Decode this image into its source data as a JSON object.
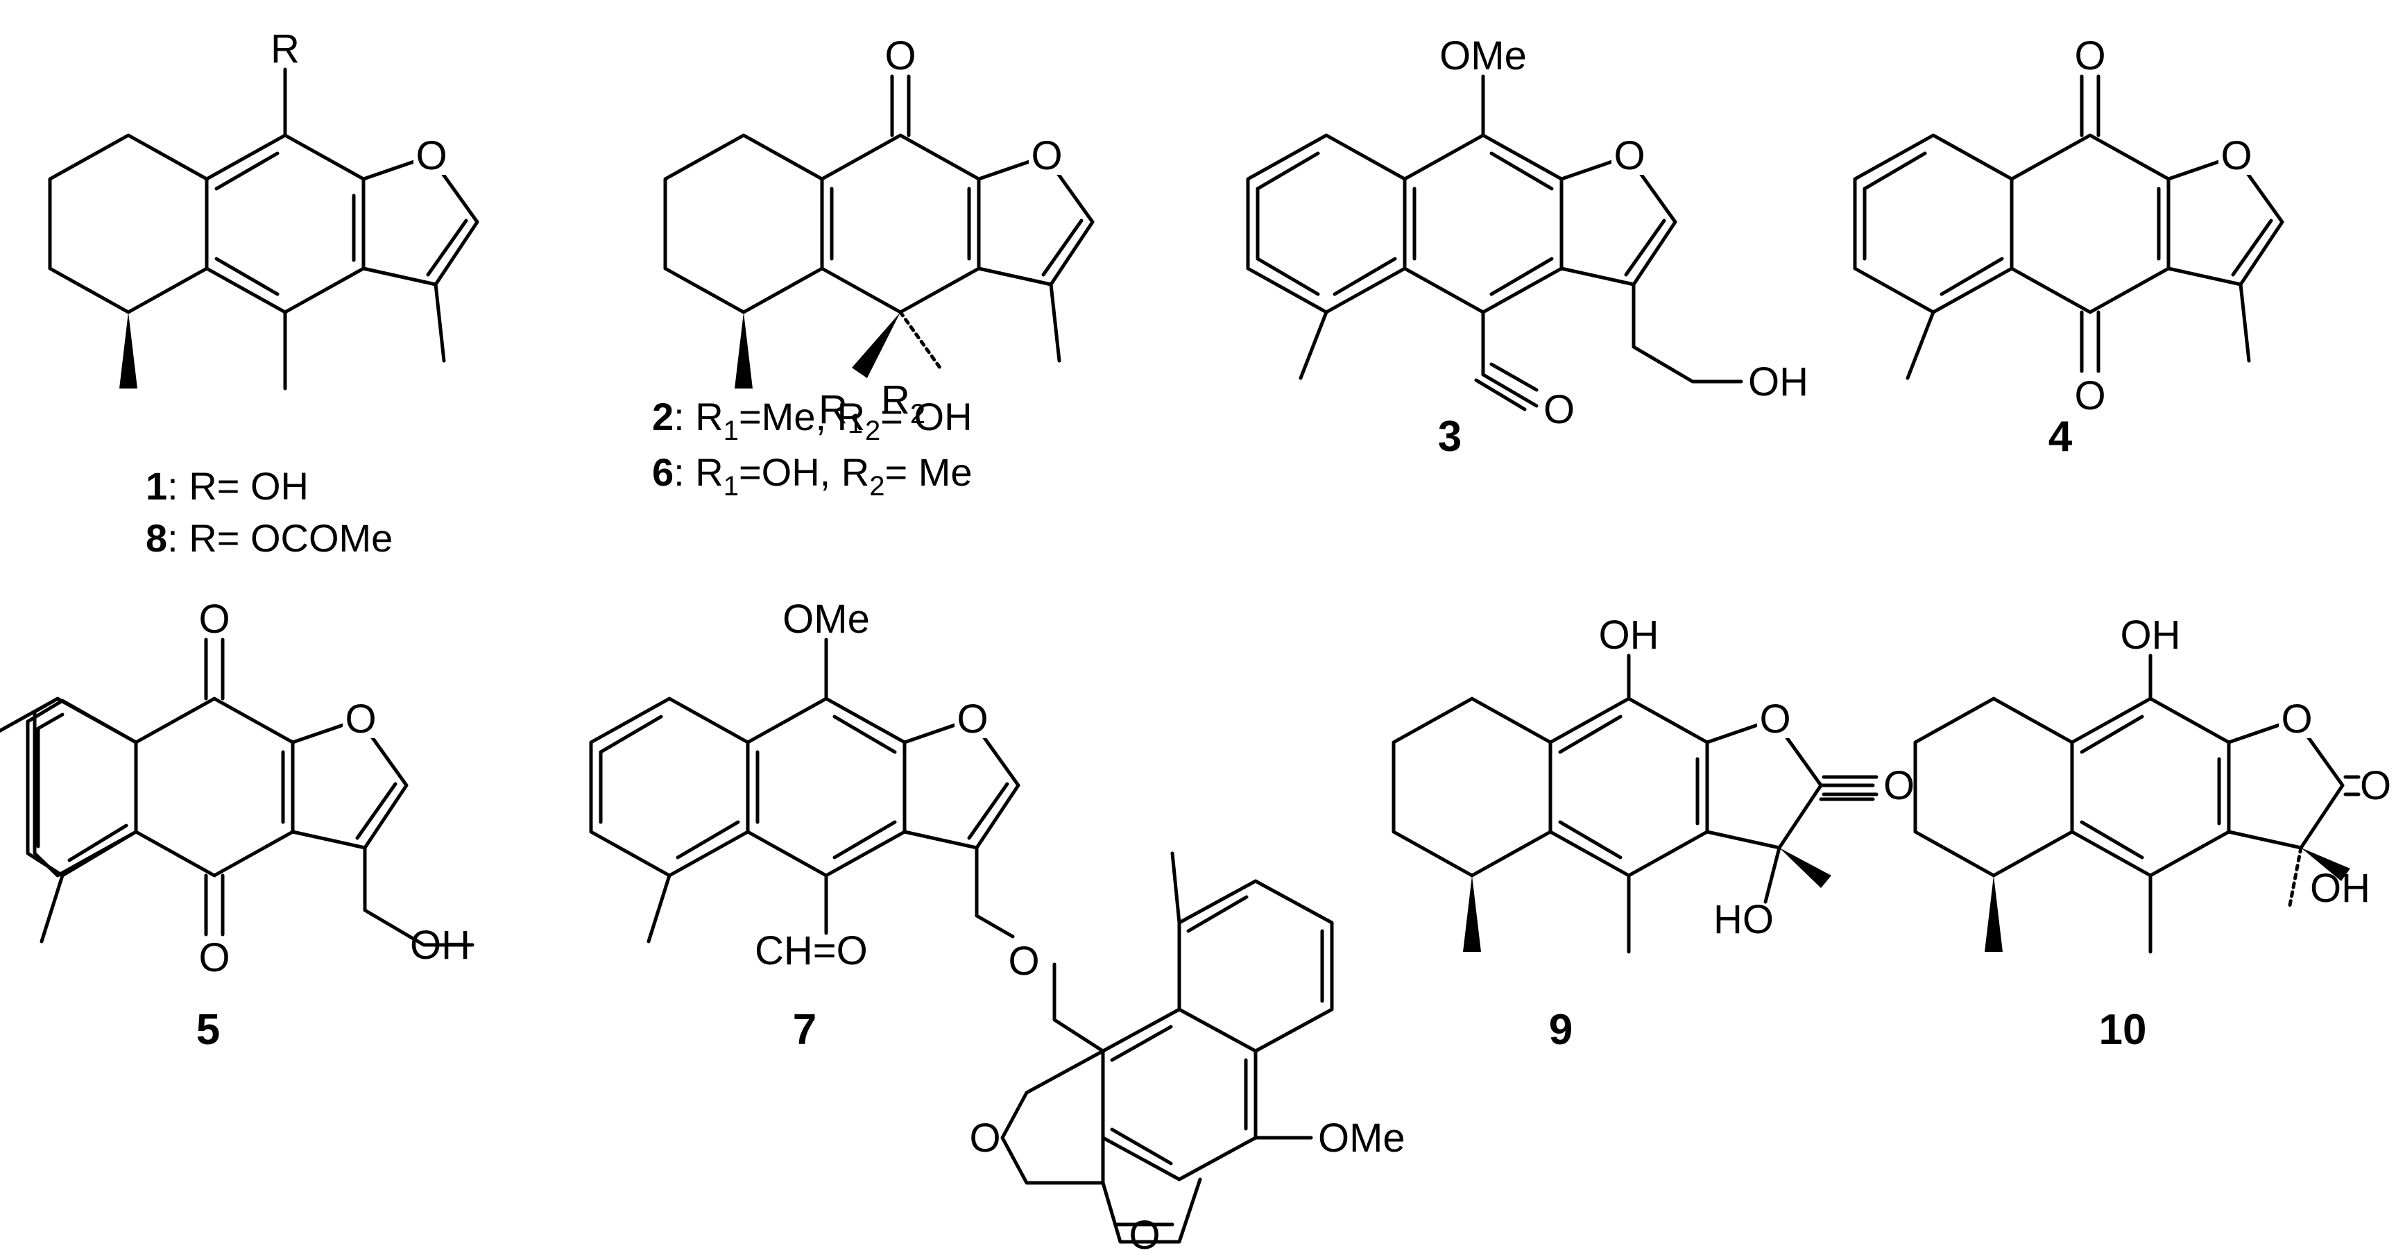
{
  "atoms": {
    "O": "O",
    "OH": "OH",
    "HO": "HO",
    "OMe": "OMe",
    "R": "R",
    "R1": "R",
    "R2": "R",
    "s1": "1",
    "s2": "2",
    "CHO": "CH=O"
  },
  "compounds": {
    "c1": {
      "label": "1",
      "caption_1_num": "1",
      "caption_1_text": ": R= OH",
      "caption_2_num": "8",
      "caption_2_text": ": R= OCOMe"
    },
    "c2": {
      "label": "2",
      "caption_1_num": "2",
      "caption_1_a": ": R",
      "caption_1_s1": "1",
      "caption_1_b": "=Me, R",
      "caption_1_s2": "2",
      "caption_1_c": "= OH",
      "caption_2_num": "6",
      "caption_2_a": ": R",
      "caption_2_s1": "1",
      "caption_2_b": "=OH, R",
      "caption_2_s2": "2",
      "caption_2_c": "= Me"
    },
    "c3": {
      "label": "3"
    },
    "c4": {
      "label": "4"
    },
    "c5": {
      "label": "5"
    },
    "c7": {
      "label": "7"
    },
    "c9": {
      "label": "9"
    },
    "c10": {
      "label": "10"
    }
  }
}
